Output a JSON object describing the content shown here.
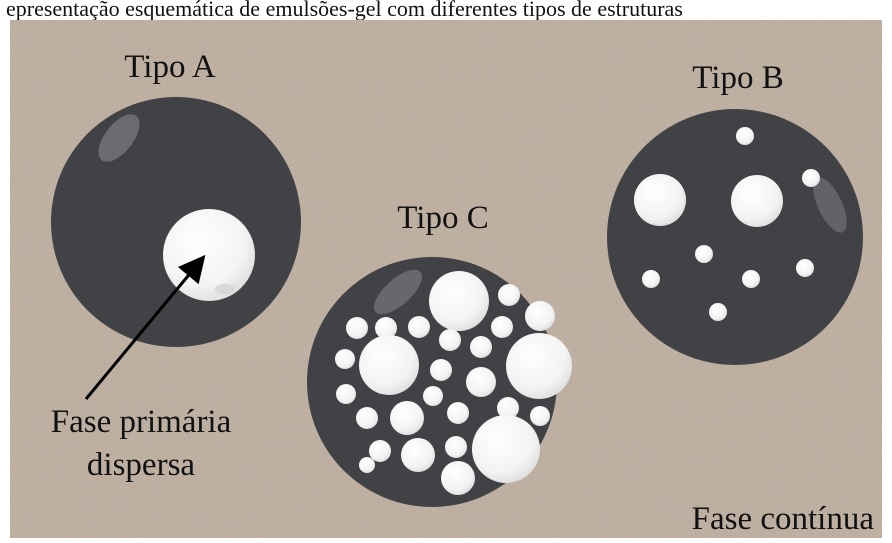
{
  "header": {
    "caption_fragment": "epresentação esquemática de emulsões-gel com diferentes tipos de estruturas"
  },
  "particles": {
    "type_a": {
      "label": "Tipo A"
    },
    "type_b": {
      "label": "Tipo B"
    },
    "type_c": {
      "label": "Tipo C"
    }
  },
  "annotations": {
    "dispersed_phase_line1": "Fase primária",
    "dispersed_phase_line2": "dispersa",
    "continuous_phase": "Fase contínua"
  },
  "colors": {
    "background": "#b8a898",
    "particle": "#414246",
    "droplet": "#f4f4f4",
    "arrow": "#000000"
  }
}
